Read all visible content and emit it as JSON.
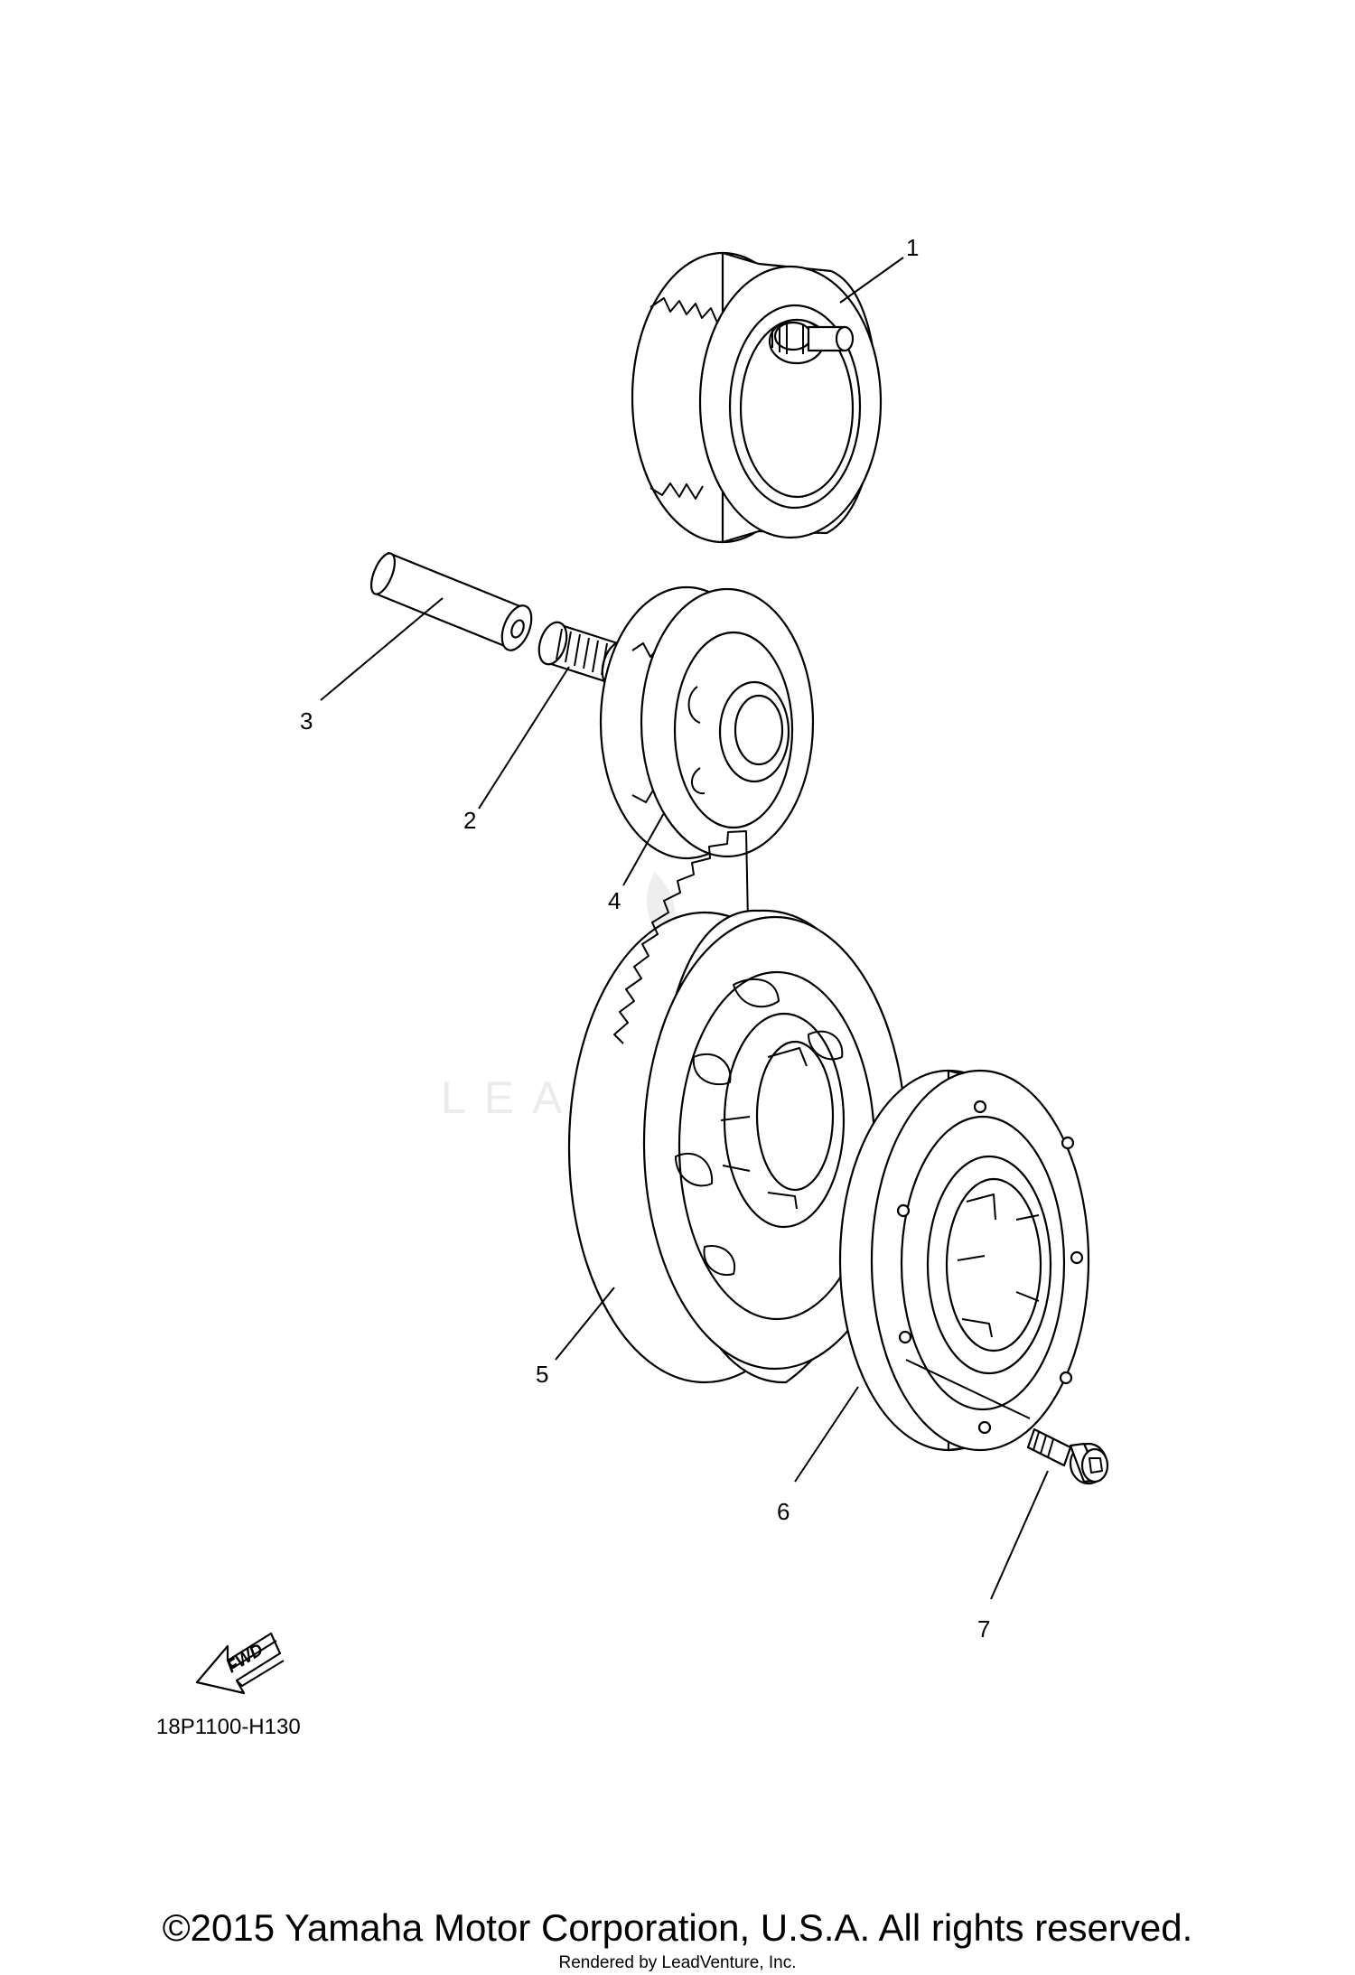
{
  "watermark": {
    "brand": "LEADVENTURE"
  },
  "diagram": {
    "code": "18P1100-H130",
    "fwd_label": "FWD"
  },
  "parts": [
    {
      "number": "1"
    },
    {
      "number": "2"
    },
    {
      "number": "3"
    },
    {
      "number": "4"
    },
    {
      "number": "5"
    },
    {
      "number": "6"
    },
    {
      "number": "7"
    }
  ],
  "footer": {
    "copyright": "©2015 Yamaha Motor Corporation, U.S.A. All rights reserved.",
    "rendered": "Rendered by LeadVenture, Inc."
  }
}
